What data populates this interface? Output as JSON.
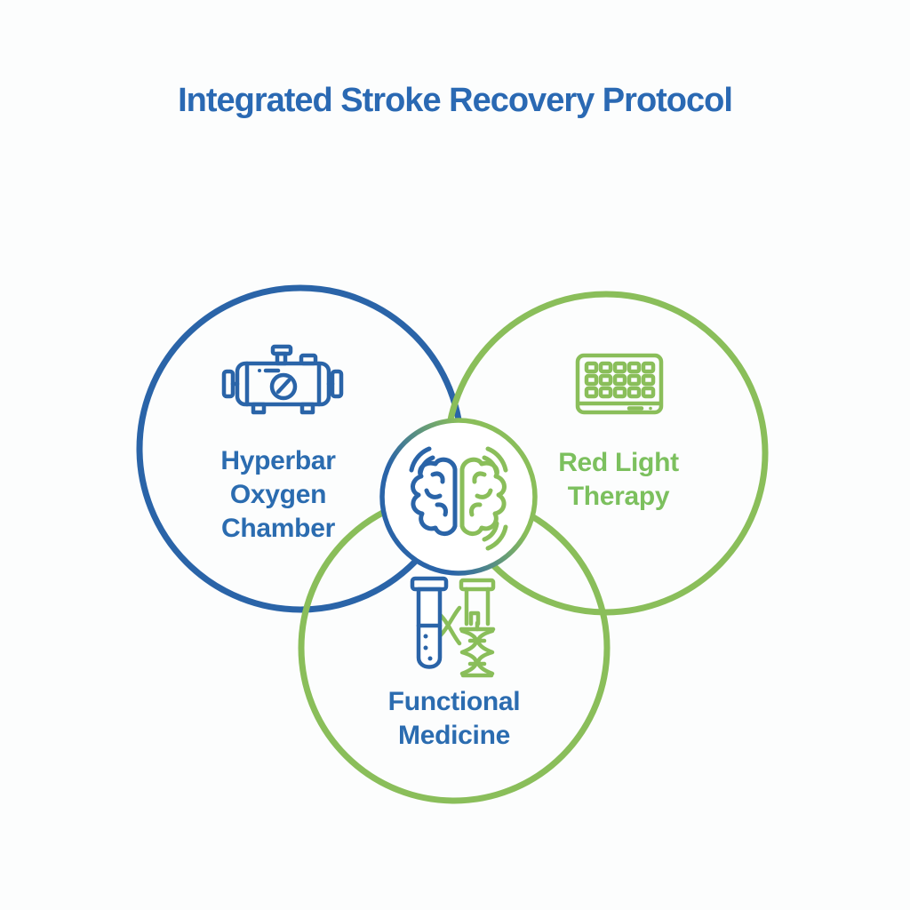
{
  "title": "Integrated Stroke Recovery Protocol",
  "colors": {
    "background": "#fcfdfd",
    "blue": "#2a64a8",
    "green": "#8abe5a",
    "title_text": "#2a69b3",
    "label_blue": "#2b6cb0",
    "label_green": "#7cc05e",
    "white": "#ffffff"
  },
  "venn": {
    "top_left": {
      "label": "Hyperbar Oxygen Chamber",
      "lines": [
        "Hyperbar",
        "Oxygen",
        "Chamber"
      ],
      "icon": "hyperbaric-chamber-icon",
      "color": "#2a64a8"
    },
    "top_right": {
      "label": "Red Light Therapy",
      "lines": [
        "Red Light",
        "Therapy"
      ],
      "icon": "red-light-panel-icon",
      "color": "#8abe5a"
    },
    "bottom": {
      "label": "Functional Medicine",
      "lines": [
        "Functional",
        "Medicine"
      ],
      "icon": "test-tube-dna-icon",
      "color": "#8abe5a"
    },
    "center": {
      "icon": "brain-icon",
      "left_color": "#2a64a8",
      "right_color": "#8abe5a"
    }
  }
}
